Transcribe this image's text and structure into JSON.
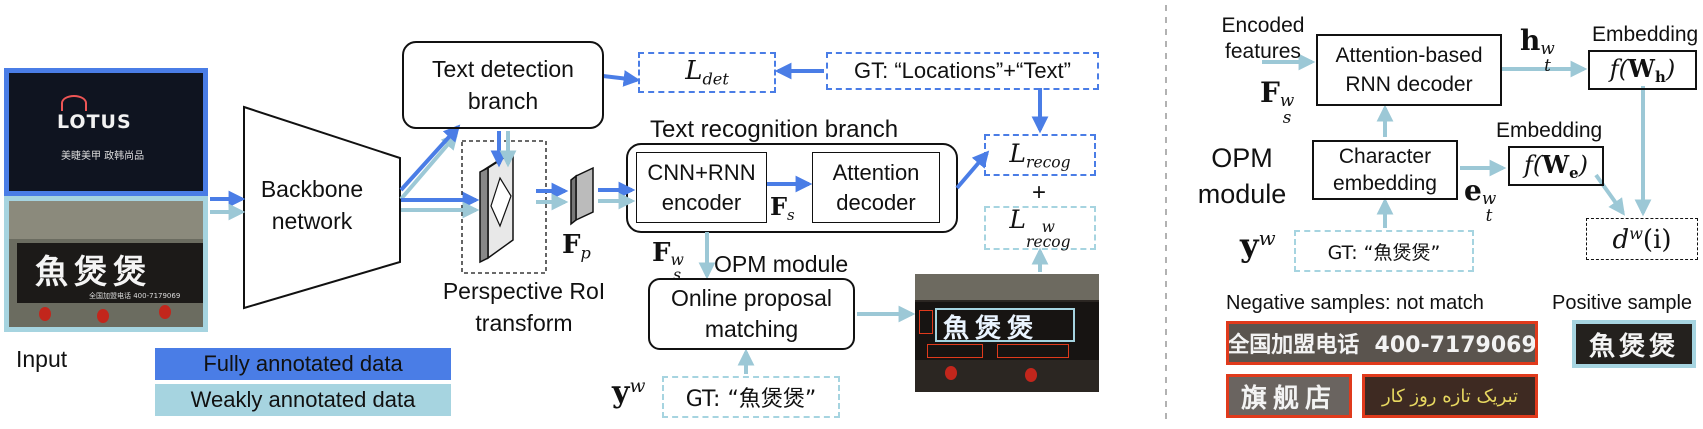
{
  "colors": {
    "full": "#4a7de6",
    "weak": "#a6d4e0",
    "weak_arrow": "#9cc8d6",
    "neg_border": "#e03a1c",
    "dark_box": "#111111"
  },
  "left": {
    "input_label": "Input",
    "input_full_sign_text": "LOTUS",
    "input_full_sub_text": "美睫美甲 政韩尚品",
    "input_weak_sign_text": "魚煲煲",
    "input_weak_sub_text": "全国加盟电话 400-7179069",
    "backbone": [
      "Backbone",
      "network"
    ],
    "text_detection": [
      "Text detection",
      "branch"
    ],
    "l_det": {
      "base": "L",
      "sub": "det"
    },
    "gt_locations_text": "GT: “Locations”+“Text”",
    "perspective_roi": [
      "Perspective RoI",
      "transform"
    ],
    "f_p": {
      "base": "F",
      "sub": "p"
    },
    "text_recognition_branch": "Text recognition branch",
    "cnn_rnn_encoder": [
      "CNN+RNN",
      "encoder"
    ],
    "f_s": {
      "base": "F",
      "sub": "s"
    },
    "attention_decoder": [
      "Attention",
      "decoder"
    ],
    "l_recog": {
      "base": "L",
      "sub": "recog"
    },
    "plus": "+",
    "l_recog_w": {
      "base": "L",
      "sub": "recog",
      "sup": "w"
    },
    "f_s_w": {
      "base": "F",
      "sub": "s",
      "sup": "w"
    },
    "opm_module": "OPM module",
    "online_proposal": [
      "Online proposal",
      "matching"
    ],
    "y_w": {
      "base": "y",
      "sup": "w"
    },
    "gt_weak_text": "GT: “魚煲煲”",
    "match_photo_text": "魚煲煲",
    "legend_full": "Fully annotated data",
    "legend_weak": "Weakly annotated data"
  },
  "right": {
    "encoded_features": [
      "Encoded",
      "features"
    ],
    "f_s_w": {
      "base": "F",
      "sub": "s",
      "sup": "w"
    },
    "attn_rnn_decoder": [
      "Attention-based",
      "RNN decoder"
    ],
    "h_t_w": {
      "base": "h",
      "sub": "t",
      "sup": "w"
    },
    "embedding_top": "Embedding",
    "f_wh": {
      "pre": "f(",
      "base": "W",
      "sub": "h",
      "post": ")"
    },
    "opm_module": [
      "OPM",
      "module"
    ],
    "char_embedding": [
      "Character",
      "embedding"
    ],
    "embedding_mid": "Embedding",
    "f_we": {
      "pre": "f(",
      "base": "W",
      "sub": "e",
      "post": ")"
    },
    "e_t_w": {
      "base": "e",
      "sub": "t",
      "sup": "w"
    },
    "d_w_i": {
      "base": "d",
      "sup": "w",
      "post": "(i)"
    },
    "y_w": {
      "base": "y",
      "sup": "w"
    },
    "gt_weak_text": "GT: “魚煲煲”",
    "negative_label": "Negative samples: not match",
    "positive_label": "Positive sample",
    "neg_sample_1": "全国加盟电话  400-7179069",
    "neg_sample_2": "旗舰店",
    "neg_sample_3": "ﺗﺒﺮﯾﮏ ﺗﺎﺯﻩ ﺭﻭﺯ ﻛﺎﺭ",
    "pos_sample": "魚煲煲"
  }
}
